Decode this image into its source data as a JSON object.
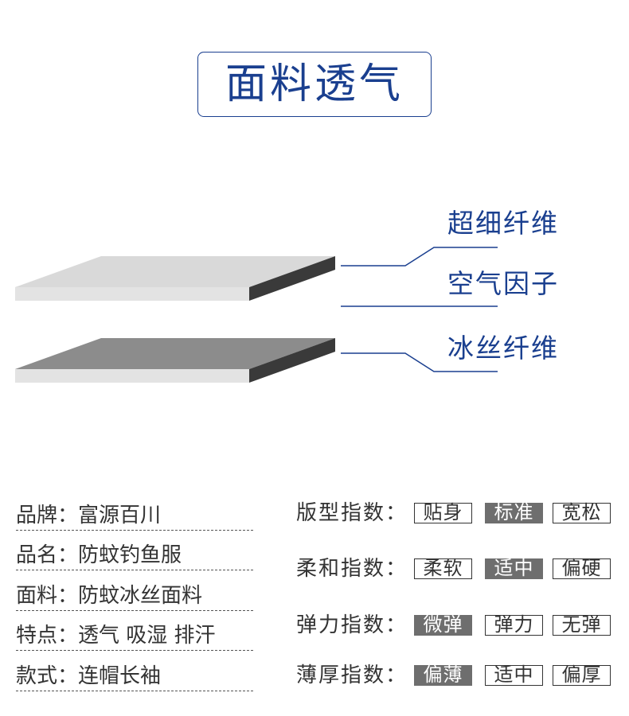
{
  "title": "面料透气",
  "layers": [
    {
      "label": "超细纤维"
    },
    {
      "label": "空气因子"
    },
    {
      "label": "冰丝纤维"
    }
  ],
  "specs": [
    {
      "key": "品牌：",
      "value": "富源百川"
    },
    {
      "key": "品名：",
      "value": "防蚊钓鱼服"
    },
    {
      "key": "面料：",
      "value": "防蚊冰丝面料"
    },
    {
      "key": "特点：",
      "value": "透气 吸湿 排汗"
    },
    {
      "key": "款式：",
      "value": "连帽长袖"
    }
  ],
  "indices": [
    {
      "label": "版型指数：",
      "options": [
        "贴身",
        "标准",
        "宽松"
      ],
      "selected": "标准"
    },
    {
      "label": "柔和指数：",
      "options": [
        "柔软",
        "适中",
        "偏硬"
      ],
      "selected": "适中"
    },
    {
      "label": "弹力指数：",
      "options": [
        "微弹",
        "弹力",
        "无弹"
      ],
      "selected": "微弹"
    },
    {
      "label": "薄厚指数：",
      "options": [
        "偏薄",
        "适中",
        "偏厚"
      ],
      "selected": "偏薄"
    }
  ],
  "colors": {
    "brand_blue": "#1a3f8f",
    "selected_gray": "#6e6e6e",
    "top_layer": "#d9d9d9",
    "bottom_layer": "#8c8c8c",
    "layer_side": "#3a3a3a"
  }
}
